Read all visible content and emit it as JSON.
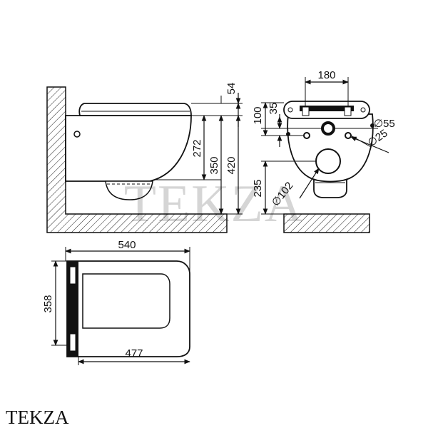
{
  "dimensions": {
    "side_view": {
      "rim_thickness": "54",
      "rim_height": "272",
      "floor_to_bottom": "350",
      "floor_to_top": "420"
    },
    "rear_view": {
      "width": "180",
      "holes_offset": "35",
      "bolt_height": "100",
      "waste_height": "235",
      "inlet_dia": "55",
      "bolt_dia": "25",
      "waste_dia": "102"
    },
    "top_view": {
      "width": "358",
      "length": "540",
      "seat_length": "477"
    }
  },
  "watermark": "TEKZA",
  "brand": "TEKZA"
}
